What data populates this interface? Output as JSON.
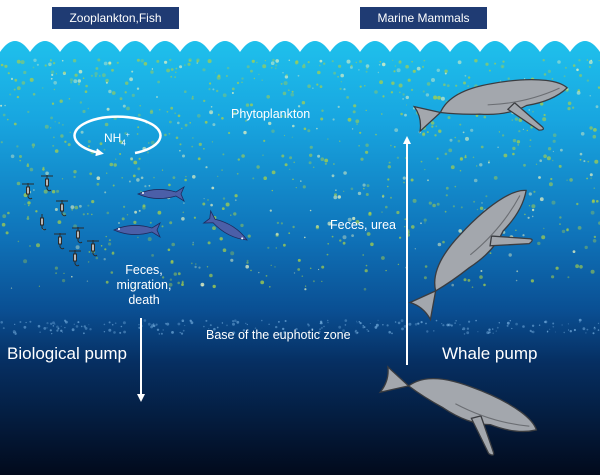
{
  "headers": {
    "zooplankton_fish": "Zooplankton,Fish",
    "marine_mammals": "Marine Mammals"
  },
  "labels": {
    "phytoplankton": "Phytoplankton",
    "nh4_base": "NH",
    "nh4_sub": "4",
    "nh4_sup": "+",
    "feces_migration_death": "Feces, migration, death",
    "feces_urea": "Feces, urea",
    "base_euphotic_zone": "Base of the euphotic zone",
    "biological_pump": "Biological pump",
    "whale_pump": "Whale pump"
  },
  "colors": {
    "header_bg": "#1f3b73",
    "ocean_surface": "#19b8e8",
    "ocean_mid": "#0f6fb8",
    "ocean_deep": "#04132c",
    "phytoplankton_speckle": "#a8d04a",
    "fish": "#4b5fa8",
    "whale": "#a3a7ad",
    "arrow": "#ffffff"
  },
  "icons": [
    "zooplankton-icon",
    "fish-icon",
    "whale-icon",
    "cycle-arrow-icon"
  ]
}
